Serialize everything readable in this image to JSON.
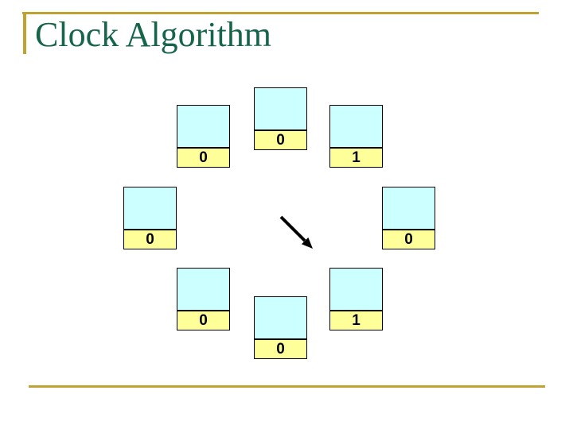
{
  "slide": {
    "title": "Clock Algorithm"
  },
  "colors": {
    "title_green": "#176549",
    "accent_gold": "#BFA22F",
    "page_frame_fill": "#CCFFFF",
    "reference_bit_fill": "#FFFF99",
    "arrow": "#000000"
  },
  "icons": {
    "clock_hand": "clock-hand-arrow"
  },
  "clock": {
    "pages": [
      {
        "position": "top",
        "ref_bit": "0"
      },
      {
        "position": "upper-right",
        "ref_bit": "1"
      },
      {
        "position": "right",
        "ref_bit": "0"
      },
      {
        "position": "lower-right",
        "ref_bit": "1"
      },
      {
        "position": "bottom",
        "ref_bit": "0"
      },
      {
        "position": "lower-left",
        "ref_bit": "0"
      },
      {
        "position": "left",
        "ref_bit": "0"
      },
      {
        "position": "upper-left",
        "ref_bit": "0"
      }
    ]
  }
}
